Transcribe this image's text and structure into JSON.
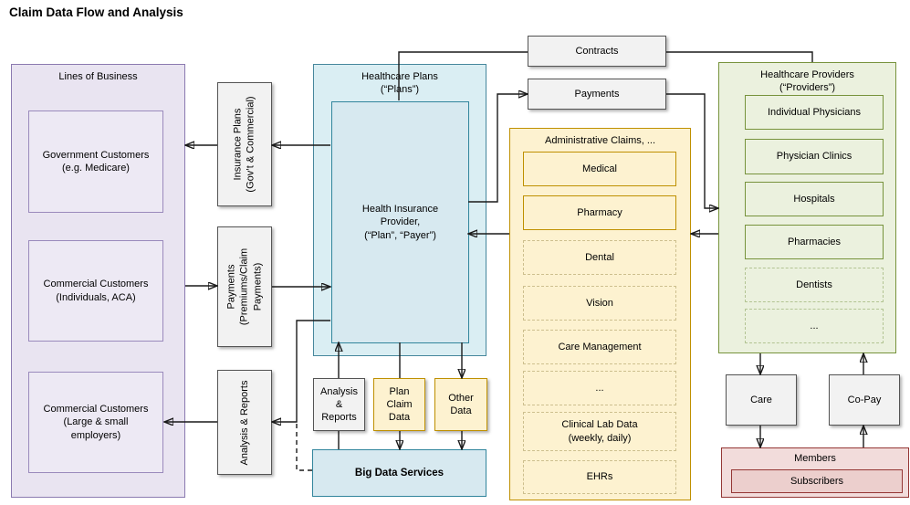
{
  "title": "Claim Data Flow and Analysis",
  "lines_of_business": {
    "label": "Lines of Business",
    "items": [
      "Government Customers\n(e.g. Medicare)",
      "Commercial Customers\n(Individuals, ACA)",
      "Commercial Customers\n(Large & small\nemployers)"
    ]
  },
  "flow_connectors": {
    "insurance_plans": "Insurance Plans\n(Gov’t & Commercial)",
    "payments_premiums": "Payments\n(Premiums/Claim\nPayments)",
    "analysis_reports": "Analysis & Reports"
  },
  "healthcare_plans": {
    "label": "Healthcare Plans\n(“Plans”)",
    "insurance_provider": "Health Insurance\nProvider,\n(“Plan”, “Payer”)"
  },
  "top_boxes": {
    "contracts": "Contracts",
    "payments": "Payments"
  },
  "admin_claims": {
    "label": "Administrative Claims, ...",
    "items": [
      "Medical",
      "Pharmacy",
      "Dental",
      "Vision",
      "Care Management",
      "...",
      "Clinical Lab Data\n(weekly, daily)",
      "EHRs"
    ]
  },
  "providers": {
    "label": "Healthcare Providers\n(“Providers”)",
    "items": [
      "Individual Physicians",
      "Physician Clinics",
      "Hospitals",
      "Pharmacies",
      "Dentists",
      "..."
    ]
  },
  "member_flow": {
    "care": "Care",
    "copay": "Co-Pay",
    "members": "Members",
    "subscribers": "Subscribers"
  },
  "data_layer": {
    "analysis_reports": "Analysis\n&\nReports",
    "plan_claim_data": "Plan\nClaim\nData",
    "other_data": "Other\nData",
    "big_data_services": "Big Data Services"
  },
  "colors": {
    "purple_fill": "#e9e4f1",
    "purple_border": "#8b7ab0",
    "blue_fill": "#daeef3",
    "blue_border": "#31859c",
    "yellow_fill": "#fdf2d0",
    "yellow_border": "#bf9000",
    "green_fill": "#ebf1de",
    "green_border": "#77933c",
    "red_fill": "#f2dcdb",
    "red_inner_fill": "#eccfcd",
    "red_border": "#943634",
    "gray_fill": "#f2f2f2",
    "gray_border": "#545454",
    "connector": "#1a1a1a"
  }
}
